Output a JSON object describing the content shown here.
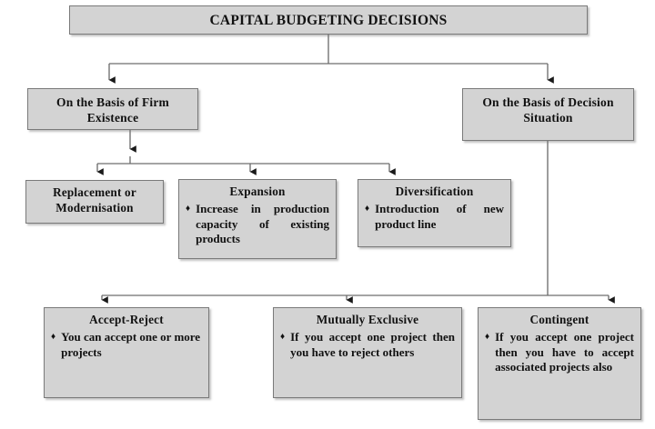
{
  "diagram": {
    "type": "flowchart",
    "title": "CAPITAL BUDGETING DECISIONS",
    "bullet_glyph": "♦",
    "colors": {
      "box_fill": "#d3d3d3",
      "box_border": "#7a7a7a",
      "connector": "#6e6e6e",
      "text": "#111111",
      "background": "#ffffff"
    },
    "root": {
      "label": "CAPITAL BUDGETING DECISIONS"
    },
    "level2": [
      {
        "label_line1": "On the Basis of Firm",
        "label_line2": "Existence"
      },
      {
        "label_line1": "On the Basis of Decision",
        "label_line2": "Situation"
      }
    ],
    "firm_existence_children": [
      {
        "title_line1": "Replacement or",
        "title_line2": "Modernisation",
        "bullet": ""
      },
      {
        "title_line1": "Expansion",
        "title_line2": "",
        "bullet": "Increase in production capacity of existing products"
      },
      {
        "title_line1": "Diversification",
        "title_line2": "",
        "bullet": "Introduction of new product line"
      }
    ],
    "decision_situation_children": [
      {
        "title_line1": "Accept-Reject",
        "bullet": "You can accept one or more projects"
      },
      {
        "title_line1": "Mutually Exclusive",
        "bullet": "If you accept one project then you have to reject others"
      },
      {
        "title_line1": "Contingent",
        "bullet": "If you accept one project then you have to accept associated projects also"
      }
    ]
  }
}
